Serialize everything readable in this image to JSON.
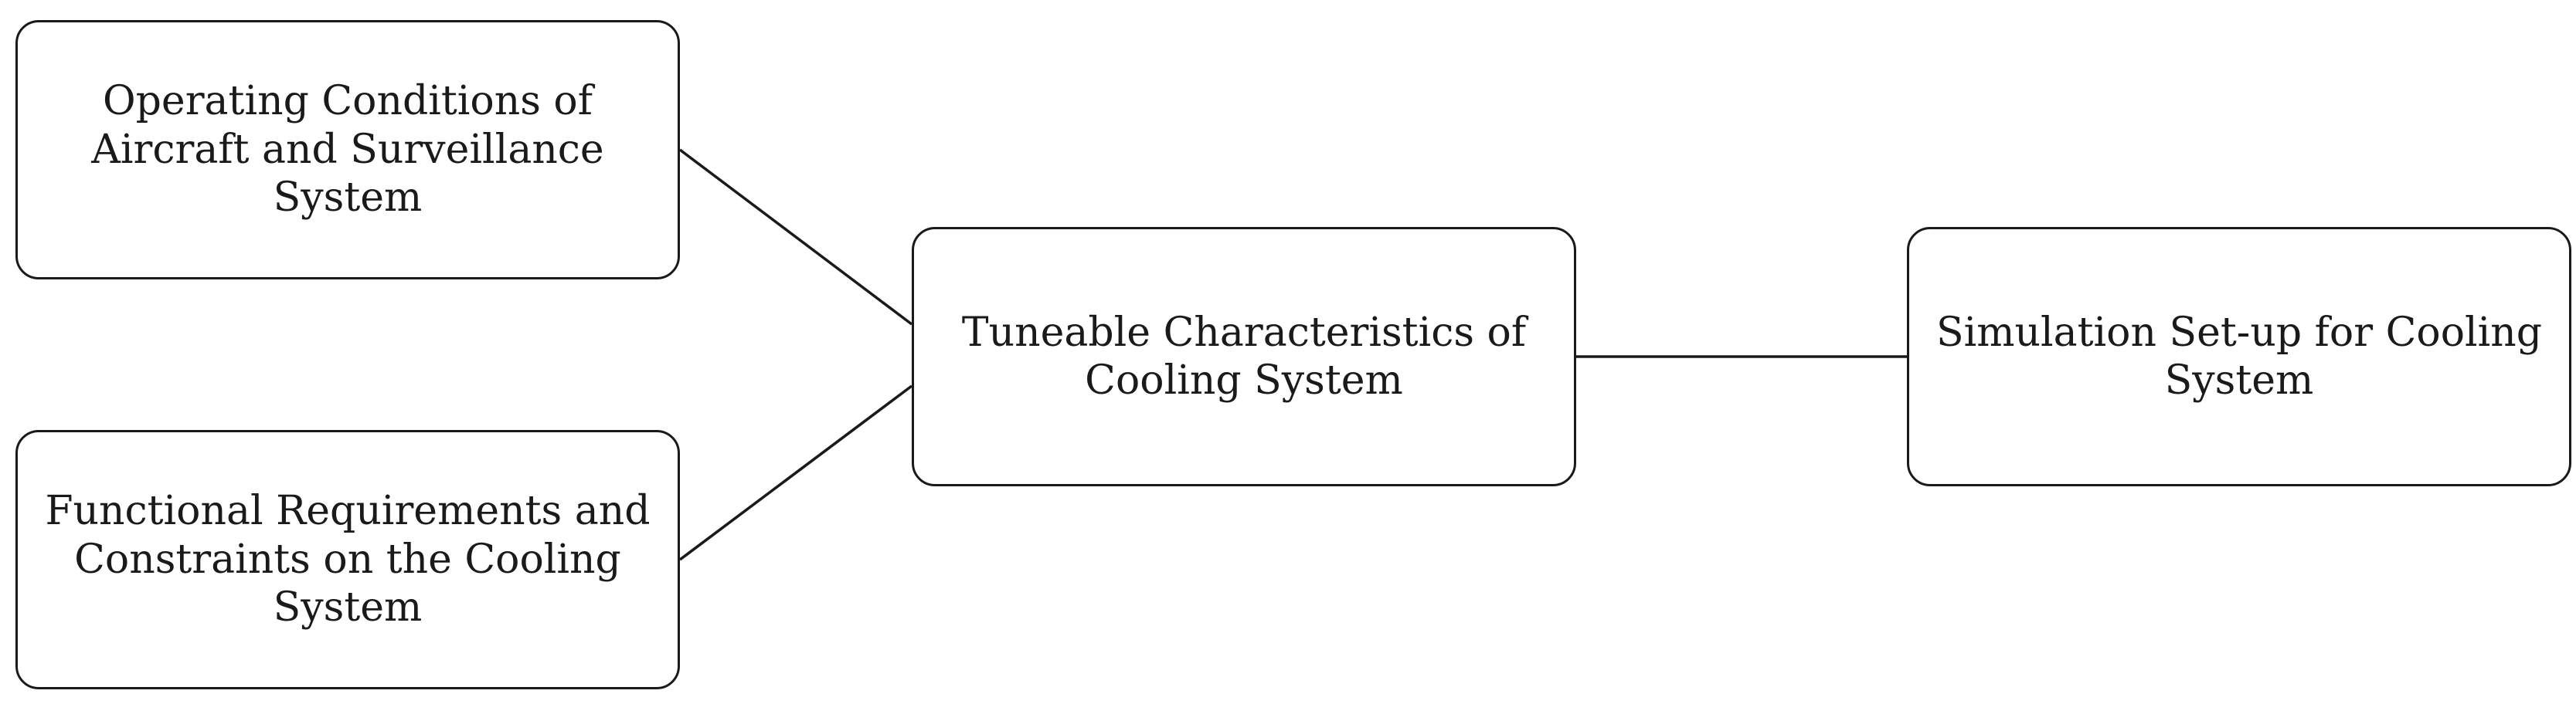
{
  "diagram": {
    "nodes": {
      "operating": {
        "label_lines": [
          "Operating Conditions of",
          "Aircraft and Surveillance",
          "System"
        ]
      },
      "functional": {
        "label_lines": [
          "Functional Requirements and",
          "Constraints on the Cooling",
          "System"
        ]
      },
      "tuneable": {
        "label_lines": [
          "Tuneable Characteristics of",
          "Cooling System"
        ]
      },
      "simulation": {
        "label_lines": [
          "Simulation Set-up for Cooling",
          "System"
        ]
      }
    },
    "edges": [
      {
        "from": "operating",
        "to": "tuneable"
      },
      {
        "from": "functional",
        "to": "tuneable"
      },
      {
        "from": "tuneable",
        "to": "simulation"
      }
    ],
    "colors": {
      "stroke": "#1a1a1a",
      "text": "#1a1a1a",
      "background": "#ffffff"
    }
  }
}
